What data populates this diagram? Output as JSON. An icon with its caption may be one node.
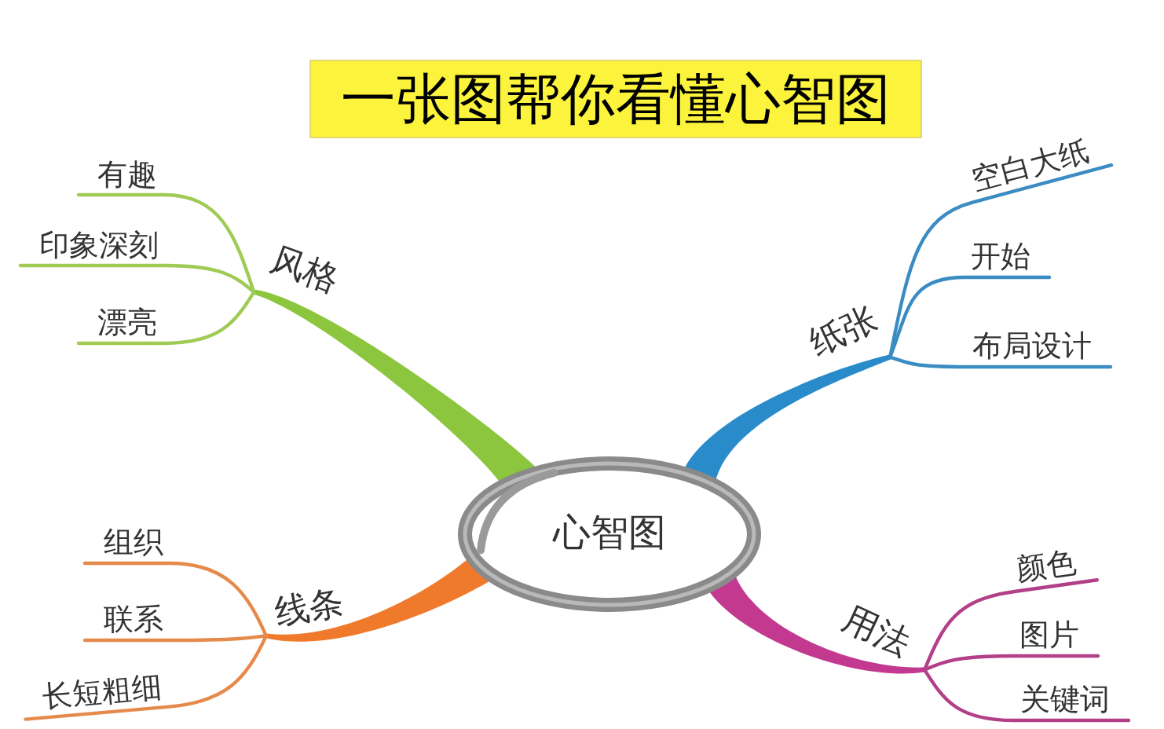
{
  "diagram": {
    "title": "一张图帮你看懂心智图",
    "nodes": [
      {
        "text": [
          "心智图"
        ]
      },
      {
        "text": [
          "风格"
        ]
      },
      {
        "text": [
          "有趣"
        ]
      },
      {
        "text": [
          "印象深刻"
        ]
      },
      {
        "text": [
          "漂亮"
        ]
      },
      {
        "text": [
          "纸张"
        ]
      },
      {
        "text": [
          "空白大纸"
        ]
      },
      {
        "text": [
          "开始"
        ]
      },
      {
        "text": [
          "布局设计"
        ]
      },
      {
        "text": [
          "线条"
        ]
      },
      {
        "text": [
          "组织"
        ]
      },
      {
        "text": [
          "联系"
        ]
      },
      {
        "text": [
          "长短粗细"
        ]
      },
      {
        "text": [
          "用法"
        ]
      },
      {
        "text": [
          "颜色"
        ]
      },
      {
        "text": [
          "图片"
        ]
      },
      {
        "text": [
          "关键词"
        ]
      }
    ],
    "edges": [
      {
        "from": 0,
        "to": 1,
        "arrow": "none",
        "style": "thick",
        "color": "#8cc63f"
      },
      {
        "from": 1,
        "to": 2,
        "arrow": "none",
        "color": "#9fcb55"
      },
      {
        "from": 1,
        "to": 3,
        "arrow": "none",
        "color": "#9fcb55"
      },
      {
        "from": 1,
        "to": 4,
        "arrow": "none",
        "color": "#9fcb55"
      },
      {
        "from": 0,
        "to": 5,
        "arrow": "none",
        "style": "thick",
        "color": "#2a8bcb"
      },
      {
        "from": 5,
        "to": 6,
        "arrow": "none",
        "color": "#3b8cc2"
      },
      {
        "from": 5,
        "to": 7,
        "arrow": "none",
        "color": "#3b8cc2"
      },
      {
        "from": 5,
        "to": 8,
        "arrow": "none",
        "color": "#3b8cc2"
      },
      {
        "from": 0,
        "to": 9,
        "arrow": "none",
        "style": "thick",
        "color": "#ef7a2c"
      },
      {
        "from": 9,
        "to": 10,
        "arrow": "none",
        "color": "#e68a4c"
      },
      {
        "from": 9,
        "to": 11,
        "arrow": "none",
        "color": "#e68a4c"
      },
      {
        "from": 9,
        "to": 12,
        "arrow": "none",
        "color": "#e68a4c"
      },
      {
        "from": 0,
        "to": 13,
        "arrow": "none",
        "style": "thick",
        "color": "#c2398f"
      },
      {
        "from": 13,
        "to": 14,
        "arrow": "none",
        "color": "#b23f88"
      },
      {
        "from": 13,
        "to": 15,
        "arrow": "none",
        "color": "#b23f88"
      },
      {
        "from": 13,
        "to": 16,
        "arrow": "none",
        "color": "#b23f88"
      }
    ]
  }
}
